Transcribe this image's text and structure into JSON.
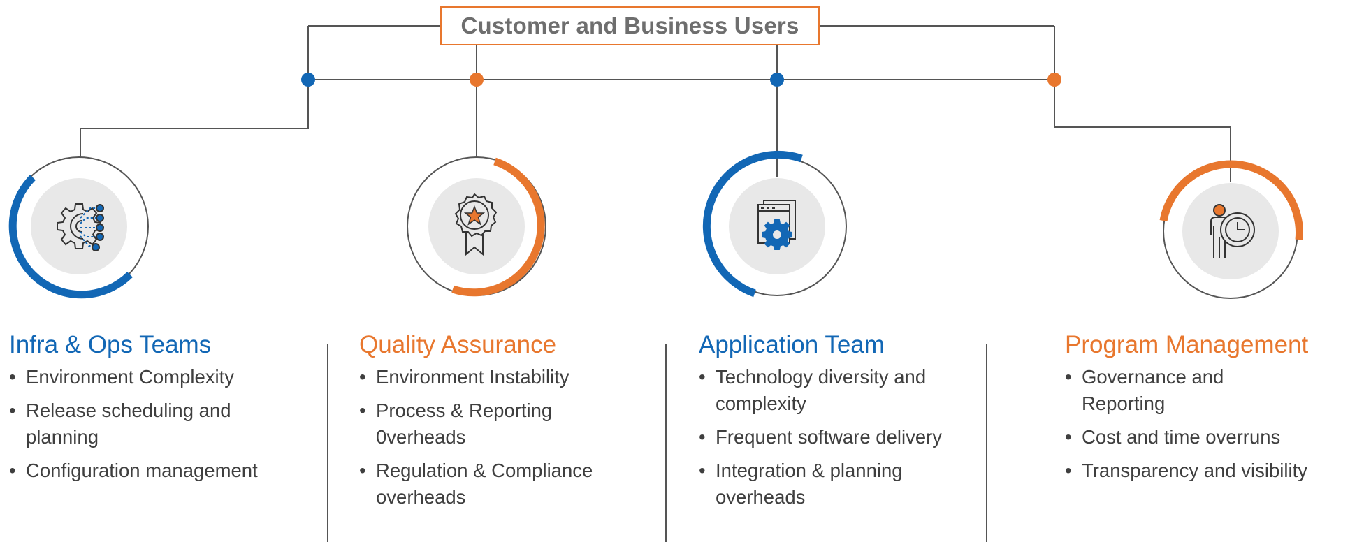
{
  "header": {
    "title": "Customer and Business Users"
  },
  "teams": [
    {
      "title": "Infra & Ops Teams",
      "icon": "gear-network-icon",
      "color": "#1267b5",
      "items": [
        "Environment Complexity",
        "Release scheduling and planning",
        "Configuration management"
      ]
    },
    {
      "title": "Quality Assurance",
      "icon": "award-badge-icon",
      "color": "#e8772e",
      "items": [
        "Environment Instability",
        "Process & Reporting 0verheads",
        "Regulation & Compliance overheads"
      ]
    },
    {
      "title": "Application Team",
      "icon": "browser-gear-icon",
      "color": "#1267b5",
      "items": [
        "Technology diversity and complexity",
        "Frequent software delivery",
        "Integration & planning overheads"
      ]
    },
    {
      "title": "Program Management",
      "icon": "person-clock-icon",
      "color": "#e8772e",
      "items": [
        "Governance and Reporting",
        "Cost and time overruns",
        "Transparency and visibility"
      ]
    }
  ],
  "colors": {
    "accent_blue": "#1267b5",
    "accent_orange": "#e8772e",
    "line": "#555555",
    "icon_bg": "#e8e8e8"
  }
}
